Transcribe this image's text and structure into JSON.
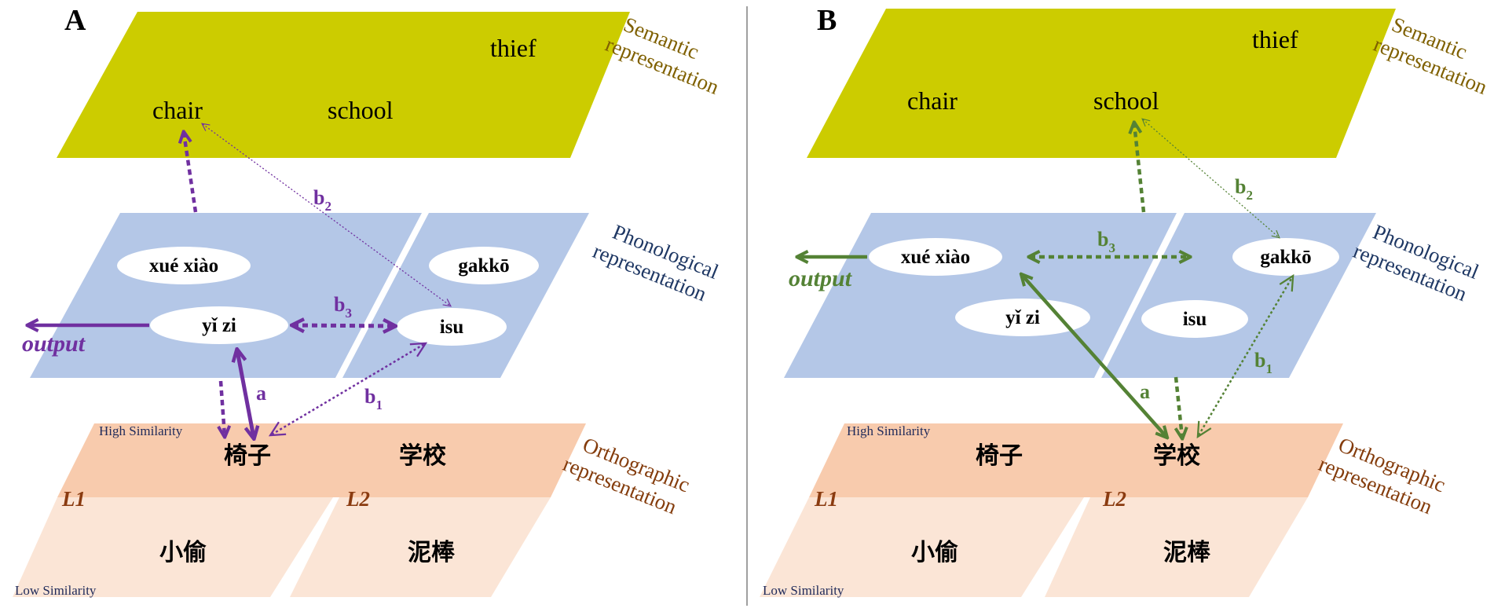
{
  "colors": {
    "semantic_fill": "#cccc00",
    "phonological_fill": "#b4c7e7",
    "ortho_high_fill": "#f8cbad",
    "ortho_low_fill": "#fbe5d6",
    "semantic_label": "#7f6000",
    "phonological_label": "#1f3864",
    "ortho_label": "#843c0c",
    "panel_a_arrow": "#7030a0",
    "panel_b_arrow": "#548235"
  },
  "panels": [
    {
      "letter": "A",
      "semantic": {
        "words": {
          "thief": "thief",
          "chair": "chair",
          "school": "school"
        },
        "label_line1": "Semantic",
        "label_line2": "representation"
      },
      "phonological": {
        "nodes": {
          "xuexiao": "xué xiào",
          "gakko": "gakkō",
          "yizi": "yǐ zi",
          "isu": "isu"
        },
        "label_line1": "Phonological",
        "label_line2": "representation"
      },
      "orthographic": {
        "high_similarity": "High Similarity",
        "low_similarity": "Low Similarity",
        "l1": "L1",
        "l2": "L2",
        "words": {
          "yizi": "椅子",
          "xuexiao": "学校",
          "xiaotou": "小偷",
          "dorobou": "泥棒"
        },
        "label_line1": "Orthographic",
        "label_line2": "representation"
      },
      "output": "output",
      "arrow_labels": {
        "a": "a",
        "b1": "b",
        "b1_sub": "1",
        "b2": "b",
        "b2_sub": "2",
        "b3": "b",
        "b3_sub": "3"
      }
    },
    {
      "letter": "B",
      "semantic": {
        "words": {
          "thief": "thief",
          "chair": "chair",
          "school": "school"
        },
        "label_line1": "Semantic",
        "label_line2": "representation"
      },
      "phonological": {
        "nodes": {
          "xuexiao": "xué xiào",
          "gakko": "gakkō",
          "yizi": "yǐ zi",
          "isu": "isu"
        },
        "label_line1": "Phonological",
        "label_line2": "representation"
      },
      "orthographic": {
        "high_similarity": "High Similarity",
        "low_similarity": "Low Similarity",
        "l1": "L1",
        "l2": "L2",
        "words": {
          "yizi": "椅子",
          "xuexiao": "学校",
          "xiaotou": "小偷",
          "dorobou": "泥棒"
        },
        "label_line1": "Orthographic",
        "label_line2": "representation"
      },
      "output": "output",
      "arrow_labels": {
        "a": "a",
        "b1": "b",
        "b1_sub": "1",
        "b2": "b",
        "b2_sub": "2",
        "b3": "b",
        "b3_sub": "3"
      }
    }
  ]
}
